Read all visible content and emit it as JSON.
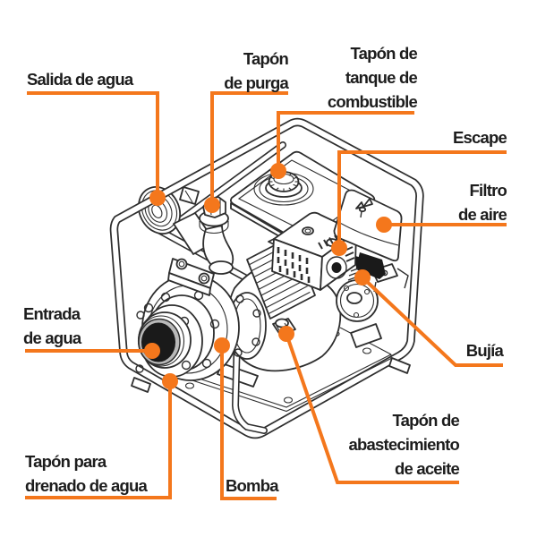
{
  "theme": {
    "accent_color": "#f4771c",
    "text_color": "#1d1d1d",
    "line_color": "#2e2e2e",
    "background_color": "#ffffff"
  },
  "figure": {
    "subject_icons": [
      "water-pump-illustration"
    ]
  },
  "labels": {
    "salida": {
      "lines": [
        "Salida de agua"
      ]
    },
    "purga": {
      "lines": [
        "Tapón",
        "de purga"
      ]
    },
    "tanque": {
      "lines": [
        "Tapón de",
        "tanque de",
        "combustible"
      ]
    },
    "escape": {
      "lines": [
        "Escape"
      ]
    },
    "filtro": {
      "lines": [
        "Filtro",
        "de aire"
      ]
    },
    "bujia": {
      "lines": [
        "Bujía"
      ]
    },
    "aceite": {
      "lines": [
        "Tapón de",
        "abastecimiento",
        "de aceite"
      ]
    },
    "entrada": {
      "lines": [
        "Entrada",
        "de agua"
      ]
    },
    "drenado": {
      "lines": [
        "Tapón para",
        "drenado de agua"
      ]
    },
    "bomba": {
      "lines": [
        "Bomba"
      ]
    }
  }
}
